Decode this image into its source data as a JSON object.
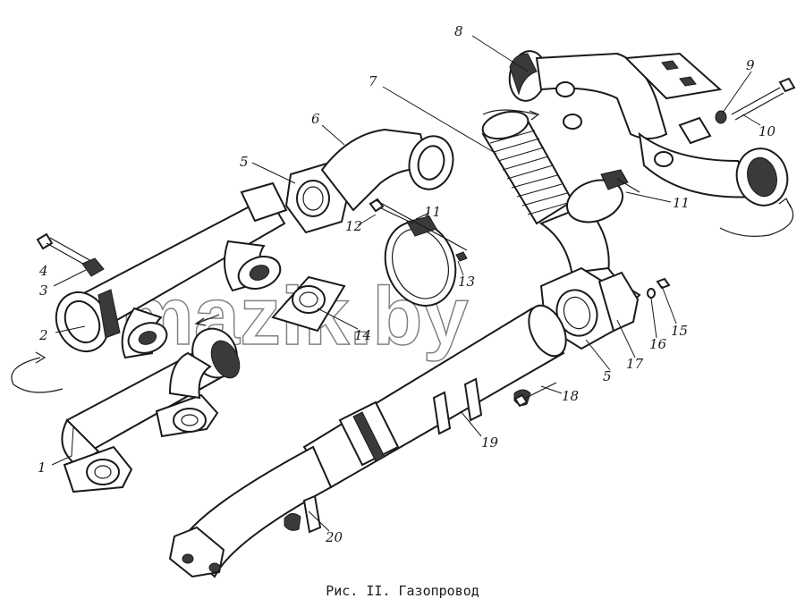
{
  "caption": "Рис. II. Газопровод",
  "watermark": "mazik.by",
  "callouts": [
    "1",
    "2",
    "3",
    "4",
    "5",
    "6",
    "7",
    "8",
    "9",
    "10",
    "11",
    "11",
    "12",
    "13",
    "14",
    "15",
    "16",
    "17",
    "18",
    "19",
    "20",
    "5"
  ],
  "icons": {
    "rotation_arrow": "curved-arrow"
  }
}
